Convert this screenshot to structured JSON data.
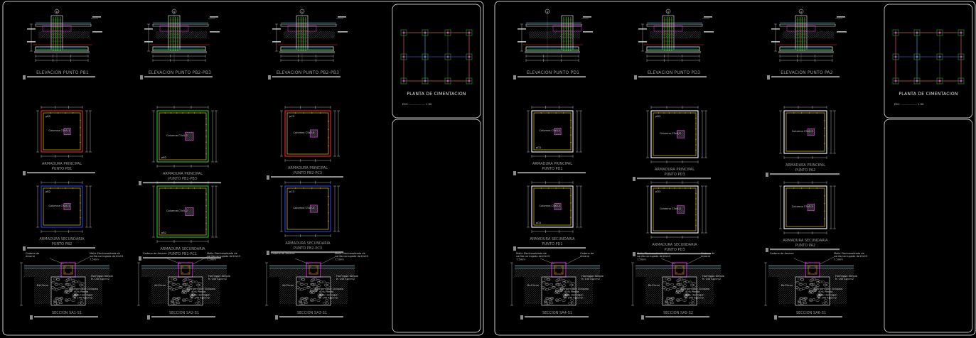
{
  "sheets": [
    {
      "grid_marks": [
        "B",
        "B",
        "C"
      ],
      "elevations": [
        "ELEVACION PUNTO PB1",
        "ELEVACION PUNTO PB2-PB3",
        "ELEVACION PUNTO PB2-PB3"
      ],
      "principal": [
        {
          "caption": [
            "ARMADURA PRINCIPAL",
            "PUNTO PB1"
          ],
          "mark_a": "pB2",
          "mark_b": "",
          "column": "Columna C5x5-1"
        },
        {
          "caption": [
            "ARMADURA PRINCIPAL",
            "PUNTO PB2-PB3"
          ],
          "mark_a": "",
          "mark_b": "pB2",
          "column": "Columna C5x5-2"
        },
        {
          "caption": [
            "ARMADURA PRINCIPAL",
            "PUNTO PB2-PC3"
          ],
          "mark_a": "pC3",
          "mark_b": "",
          "column": "Columna C5x5-3"
        }
      ],
      "secondary": [
        {
          "caption": [
            "ARMADURA SECUNDARIA",
            "PUNTO PB2"
          ],
          "mark_a": "pB2",
          "mark_b": "",
          "column": "Columna C5x5-1"
        },
        {
          "caption": [
            "ARMADURA SECUNDARIA",
            "PUNTO PB1-PC1"
          ],
          "mark_a": "",
          "mark_b": "pB2",
          "column": "Columna C5x5-2"
        },
        {
          "caption": [
            "ARMADURA SECUNDARIA",
            "PUNTO PB2-PC3"
          ],
          "mark_a": "pC3",
          "mark_b": "",
          "column": "Columna C5x5-3"
        }
      ],
      "sections": [
        {
          "caption": "SECCION SA1-S1",
          "left_notes": [
            "Cadena de",
            "Amarre"
          ],
          "right_notes": [
            "Malla Electrosoldada de",
            "varilla corrugada de10x15",
            "7.5mm"
          ],
          "mid_notes": [
            "Hormigon Simple",
            "fc 140 Kg/cm2"
          ],
          "bottom_notes": [
            "Hormigon Ciclopeo",
            "40% Piedra",
            "60% Hormigon",
            "fc 140 Kg/cm2"
          ],
          "dim": "Bx12mm"
        },
        {
          "caption": "SECCION SA2-S1",
          "left_notes": [
            "Cadena de Amarre"
          ],
          "right_notes": [
            "Malla Electrosoldada de",
            "varilla corrugada de10x15",
            "7.5mm"
          ],
          "mid_notes": [
            "Hormigon Simple",
            "fc 140 Kg/cm2"
          ],
          "bottom_notes": [
            "Hormigon Ciclopeo",
            "40% Piedra",
            "60% Hormigon",
            "fc 140 Kg/cm2"
          ],
          "dim": "4d12mm"
        },
        {
          "caption": "SECCION SA3-S1",
          "left_notes": [
            "Cadena de Amarre"
          ],
          "right_notes": [
            "Malla Electrosoldada de",
            "varilla corrugada de10x15",
            "7.5mm"
          ],
          "mid_notes": [
            "Hormigon Simple",
            "fc 140 Kg/cm2"
          ],
          "bottom_notes": [
            "Hormigon Ciclopeo",
            "40% Piedra",
            "60% Hormigon",
            "fc 140 Kg/cm2"
          ],
          "dim": "4d12mm"
        }
      ],
      "title_block": {
        "title": "PLANTA DE CIMENTACION",
        "scale": "ESC: .................... 1:50"
      }
    },
    {
      "grid_marks": [
        "D",
        "D",
        "A"
      ],
      "elevations": [
        "ELEVACION PUNTO PD1",
        "ELEVACION PUNTO PD3",
        "ELEVACION PUNTO PA2"
      ],
      "principal": [
        {
          "caption": [
            "ARMADURA PRINCIPAL",
            "PUNTO PD1"
          ],
          "mark_a": "",
          "mark_b": "pD1",
          "column": "Columna C5x5-1"
        },
        {
          "caption": [
            "ARMADURA PRINCIPAL",
            "PUNTO PD3"
          ],
          "mark_a": "pD3",
          "mark_b": "",
          "column": "Columna C5x5-2"
        },
        {
          "caption": [
            "ARMADURA PRINCIPAL",
            "PUNTO PA2"
          ],
          "mark_a": "",
          "mark_b": "",
          "column": "Columna C5x5-3"
        }
      ],
      "secondary": [
        {
          "caption": [
            "ARMADURA SECUNDARIA",
            "PUNTO PD1"
          ],
          "mark_a": "",
          "mark_b": "pD1",
          "column": "Columna C5x5-1"
        },
        {
          "caption": [
            "ARMADURA SECUNDARIA",
            "PUNTO PD3"
          ],
          "mark_a": "pD3",
          "mark_b": "",
          "column": "Columna C5x5-2"
        },
        {
          "caption": [
            "ARMADURA SECUNDARIA",
            "PUNTO PA2"
          ],
          "mark_a": "",
          "mark_b": "",
          "column": "Columna C5x5-3"
        }
      ],
      "sections": [
        {
          "caption": "SECCION SA4-S1",
          "left_notes": [
            "Malla Electrosoldada de",
            "varilla corrugada de10x15",
            "7.5mm"
          ],
          "right_notes": [
            "Cadena de",
            "Amarre"
          ],
          "mid_notes": [
            "Hormigon Simple",
            "fc 140 Kg/cm2"
          ],
          "bottom_notes": [
            "Hormigon Ciclopeo",
            "40% Piedra",
            "60% Hormigon",
            "fc 140 Kg/cm2"
          ],
          "dim": "Bx12mm"
        },
        {
          "caption": "SECCION SA5-S2",
          "left_notes": [
            "Malla Electrosoldada de",
            "varilla corrugada de10x15",
            "7.5mm"
          ],
          "right_notes": [
            "Cadena de",
            "Amarre"
          ],
          "mid_notes": [
            "Hormigon Simple",
            "fc 140 Kg/cm2"
          ],
          "bottom_notes": [
            "Hormigon Ciclopeo",
            "40% Piedra",
            "60% Hormigon",
            "fc 140 Kg/cm2"
          ],
          "dim": "Bx12mm"
        },
        {
          "caption": "SECCION SA6-S1",
          "left_notes": [
            "Cadena de Amarre"
          ],
          "right_notes": [
            "Malla Electrosoldada de",
            "varilla corrugada de10x15",
            "7.5mm"
          ],
          "mid_notes": [
            "Hormigon Simple",
            "fc 140 Kg/cm2"
          ],
          "bottom_notes": [
            "Hormigon Ciclopeo",
            "40% Piedra",
            "60% Hormigon",
            "fc 140 Kg/cm2"
          ],
          "dim": "Bx12mm"
        }
      ],
      "title_block": {
        "title": "PLANTA DE CIMENTACION",
        "scale": "ESC: .................... 1:50"
      }
    }
  ],
  "colors": {
    "background": "#000000",
    "frame": "#ffffff",
    "caption": "#9a9a9a",
    "rebar_green": "#22c922",
    "rebar_yellow": "#e0c020",
    "red": "#ff2020",
    "blue": "#2040ff",
    "magenta": "#ff30ff",
    "cyan": "#30d0ff",
    "white": "#ffffff"
  }
}
